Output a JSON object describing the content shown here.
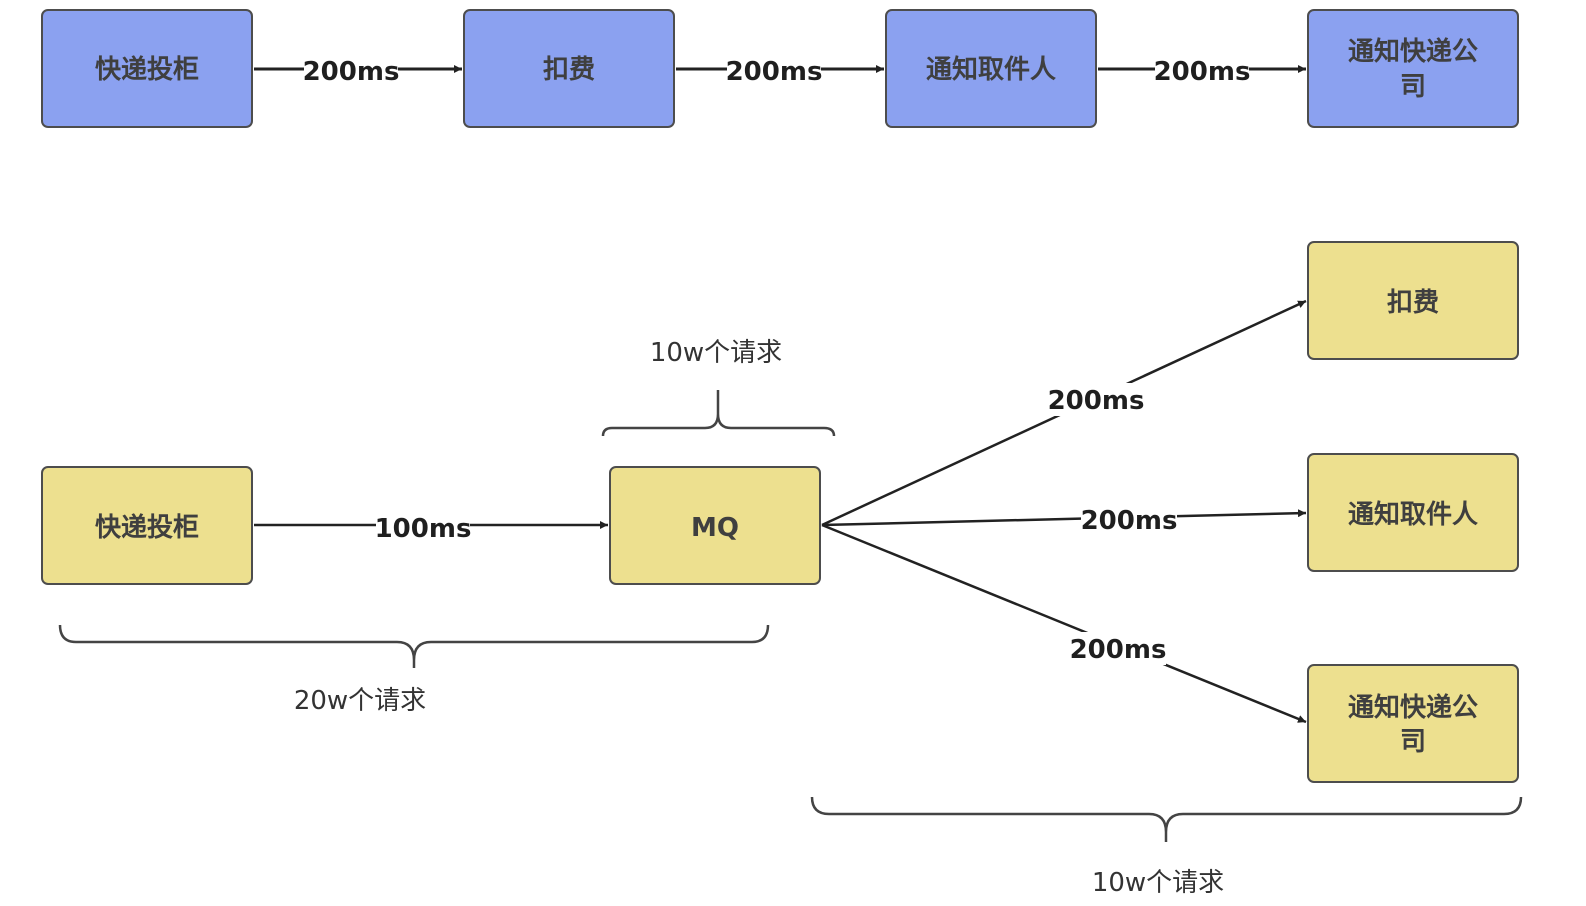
{
  "colors": {
    "blue_fill": "#8ba1f0",
    "yellow_fill": "#ede08f",
    "stroke": "#4d4d4d",
    "line": "#222222",
    "brace": "#444444",
    "label_bg": "#ffffff"
  },
  "sync_flow": {
    "nodes": [
      {
        "label": "快递投柜"
      },
      {
        "label": "扣费"
      },
      {
        "label": "通知取件人"
      },
      {
        "label": [
          "通知快递公",
          "司"
        ]
      }
    ],
    "edges": [
      {
        "label": "200ms"
      },
      {
        "label": "200ms"
      },
      {
        "label": "200ms"
      }
    ]
  },
  "async_flow": {
    "source": {
      "label": "快递投柜"
    },
    "mq": {
      "label": "MQ"
    },
    "source_edge": {
      "label": "100ms"
    },
    "targets": [
      {
        "label": "扣费"
      },
      {
        "label": "通知取件人"
      },
      {
        "label": [
          "通知快递公",
          "司"
        ]
      }
    ],
    "target_edges": [
      {
        "label": "200ms"
      },
      {
        "label": "200ms"
      },
      {
        "label": "200ms"
      }
    ],
    "braces": {
      "mq_top": {
        "label": "10w个请求"
      },
      "source_bottom": {
        "label": "20w个请求"
      },
      "targets_bottom": {
        "label": "10w个请求"
      }
    }
  }
}
